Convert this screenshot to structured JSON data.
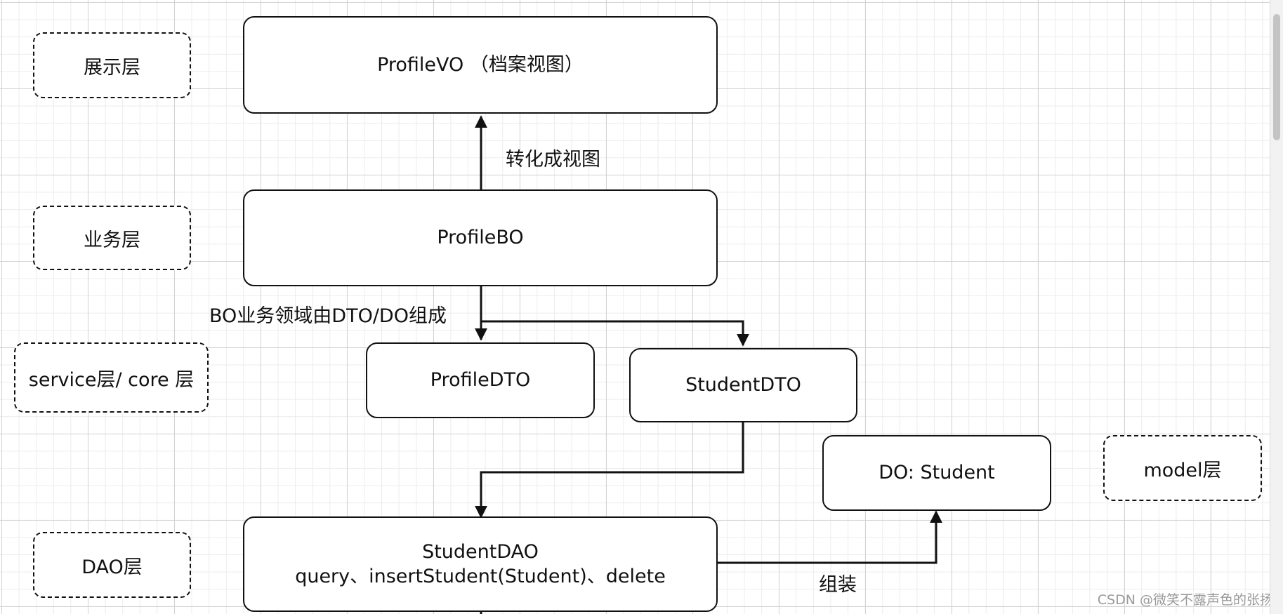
{
  "layers": {
    "presentation": "展示层",
    "business": "业务层",
    "service": "service层/ core 层",
    "dao": "DAO层",
    "model": "model层"
  },
  "nodes": {
    "profile_vo": "ProfileVO （档案视图）",
    "profile_bo": "ProfileBO",
    "profile_dto": "ProfileDTO",
    "student_dto": "StudentDTO",
    "do_student": "DO: Student",
    "student_dao_title": "StudentDAO",
    "student_dao_methods": "query、insertStudent(Student)、delete"
  },
  "edges": {
    "to_view": "转化成视图",
    "bo_composition": "BO业务领域由DTO/DO组成",
    "assemble": "组装"
  },
  "watermark": "CSDN @微笑不露声色的张扬"
}
